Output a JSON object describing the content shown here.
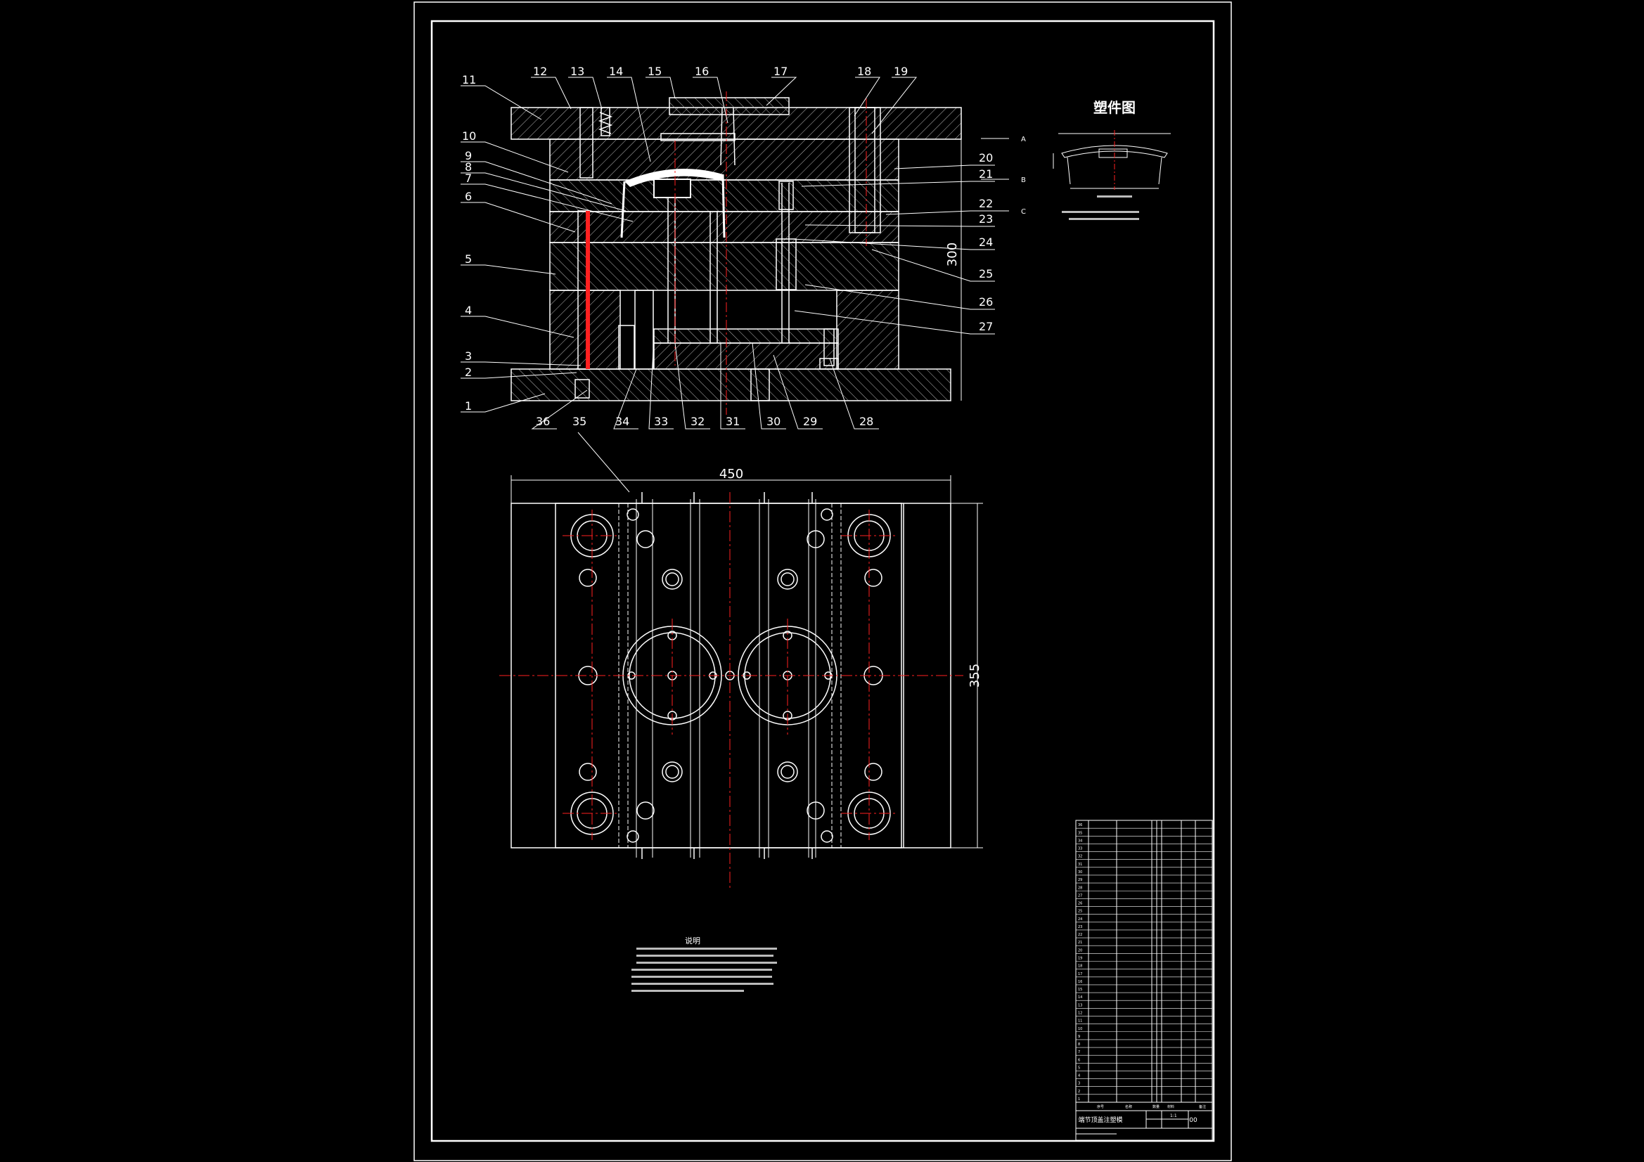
{
  "colors": {
    "background": "#000000",
    "line": "#ffffff",
    "centerline": "#ff2020",
    "frame": "#ffffff"
  },
  "section_view": {
    "part_callouts": [
      "1",
      "2",
      "3",
      "4",
      "5",
      "6",
      "7",
      "8",
      "9",
      "10",
      "11",
      "12",
      "13",
      "14",
      "15",
      "16",
      "17",
      "18",
      "19",
      "20",
      "21",
      "22",
      "23",
      "24",
      "25",
      "26",
      "27",
      "28",
      "29",
      "30",
      "31",
      "32",
      "33",
      "34",
      "35",
      "36"
    ],
    "dimension_height": "300",
    "plane_markers": [
      "A",
      "B",
      "C"
    ]
  },
  "plan_view": {
    "dimension_width": "450",
    "dimension_height": "355"
  },
  "part_drawing": {
    "title": "塑件图"
  },
  "notes": {
    "title": "说明"
  },
  "title_block": {
    "drawing_name": "端节顶盖注塑模",
    "scale": "1:1",
    "sheet_code": "00",
    "row_numbers": [
      "36",
      "35",
      "34",
      "33",
      "32",
      "31",
      "30",
      "29",
      "28",
      "27",
      "26",
      "25",
      "24",
      "23",
      "22",
      "21",
      "20",
      "19",
      "18",
      "17",
      "16",
      "15",
      "14",
      "13",
      "12",
      "11",
      "10",
      "9",
      "8",
      "7",
      "6",
      "5",
      "4",
      "3",
      "2",
      "1"
    ],
    "header_labels": [
      "序号",
      "名称",
      "数量",
      "材料",
      "备注"
    ]
  }
}
